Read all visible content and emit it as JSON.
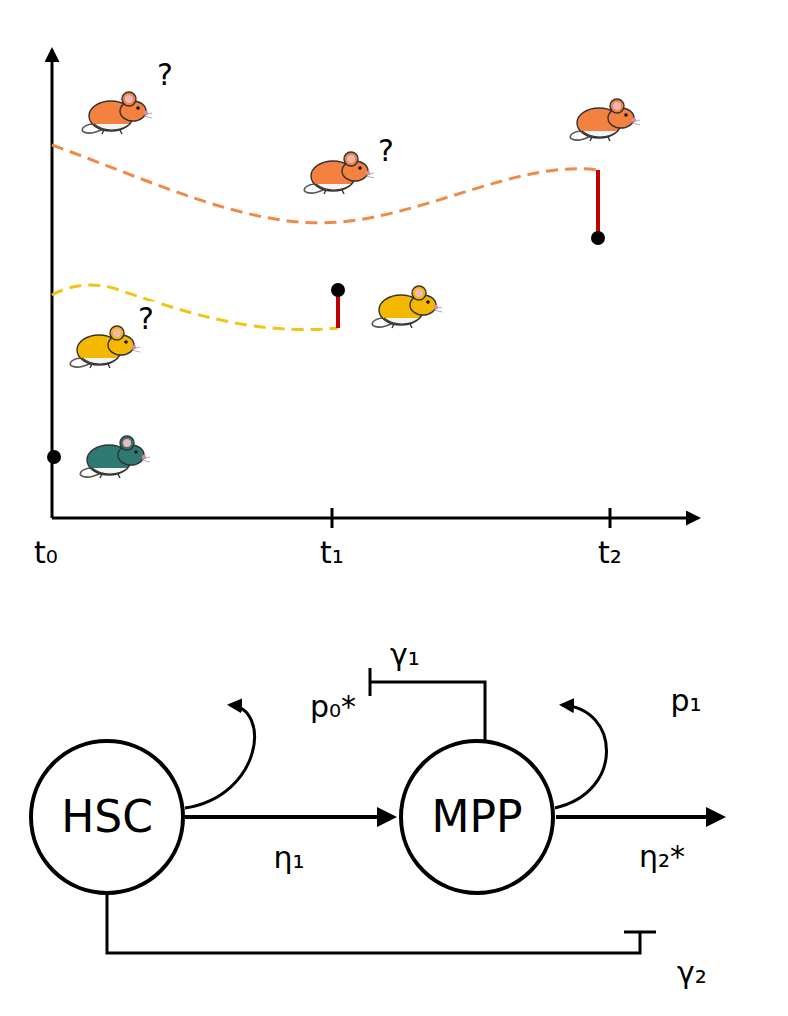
{
  "diagram": {
    "nodes": [
      {
        "text": [
          "HSC"
        ]
      },
      {
        "text": [
          "MPP"
        ]
      }
    ],
    "edges": [
      {
        "from": 0,
        "to": 1,
        "arrow": "to",
        "label": "η₁"
      }
    ],
    "labels": [
      "?",
      "?",
      "?",
      "t₀",
      "t₁",
      "t₂",
      "p₀*",
      "γ₁",
      "p₁",
      "η₂*",
      "γ₂"
    ]
  }
}
